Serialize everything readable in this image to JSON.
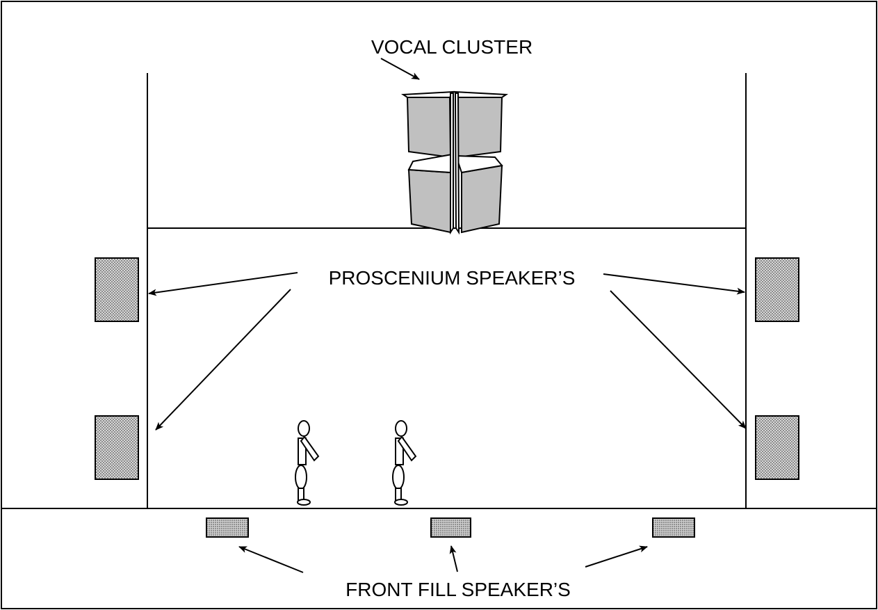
{
  "labels": {
    "vocal_cluster": "VOCAL CLUSTER",
    "proscenium": "PROSCENIUM SPEAKER’S",
    "front_fill": "FRONT FILL SPEAKER’S"
  },
  "colors": {
    "line": "#000000",
    "cabinet_fill": "#c0c0c0",
    "background": "#ffffff"
  }
}
